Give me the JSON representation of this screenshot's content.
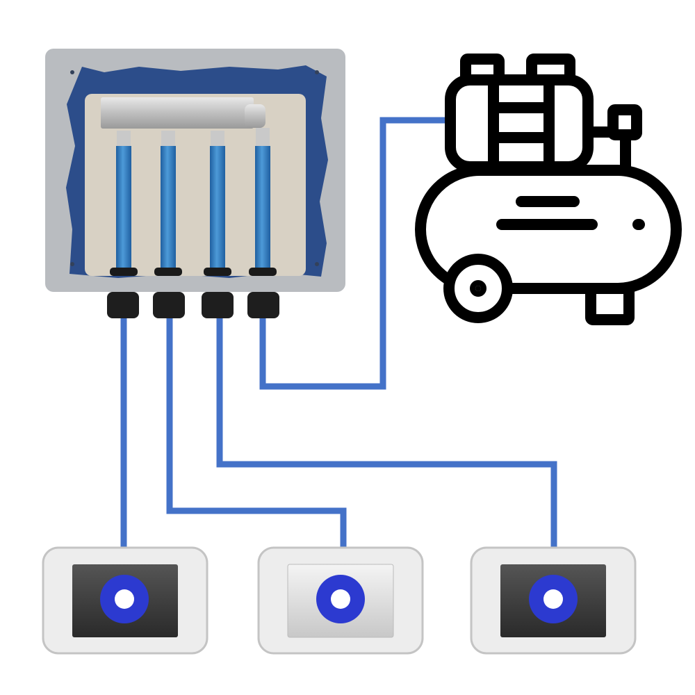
{
  "colors": {
    "air_line": "#4472c8",
    "pipe": "#3f86c8",
    "box": "#b5b8bc",
    "membrane": "#2c4d8a",
    "manifold_plate": "#d9d2c6",
    "icon_stroke": "#000000",
    "outlet_ring": "#2c3ad0"
  },
  "diagram": {
    "components": [
      "manifold-box",
      "air-compressor",
      "outlet-plate-1",
      "outlet-plate-2",
      "outlet-plate-3"
    ]
  }
}
